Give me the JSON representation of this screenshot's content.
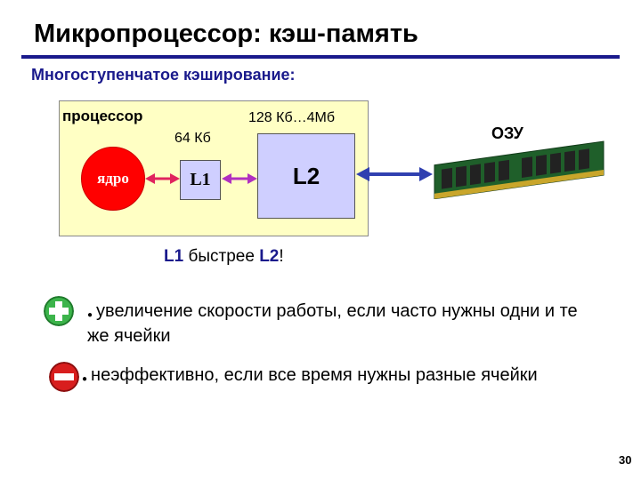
{
  "title": "Микропроцессор: кэш-память",
  "subtitle": "Многоступенчатое кэширование:",
  "diagram": {
    "processor_label": "процессор",
    "l2_size": "128 Кб…4Мб",
    "l1_size": "64 Кб",
    "core_label": "ядро",
    "l1_label": "L1",
    "l2_label": "L2",
    "ram_label": "ОЗУ"
  },
  "comparison": {
    "left": "L1",
    "middle": " быстрее ",
    "right": "L2",
    "end": "!"
  },
  "pros_icon": "plus-circle-icon",
  "cons_icon": "minus-circle-icon",
  "bullets": [
    "увеличение скорости работы, если часто нужны одни и те же ячейки",
    "неэффективно, если все время нужны разные ячейки"
  ],
  "page_number": "30",
  "colors": {
    "accent": "#1a1a8c",
    "cpu_box": "#ffffc4",
    "cache": "#cfcfff",
    "core": "#ff0000",
    "arrow_red": "#e0245e",
    "arrow_purple": "#b030c0",
    "arrow_blue": "#3040b0"
  }
}
